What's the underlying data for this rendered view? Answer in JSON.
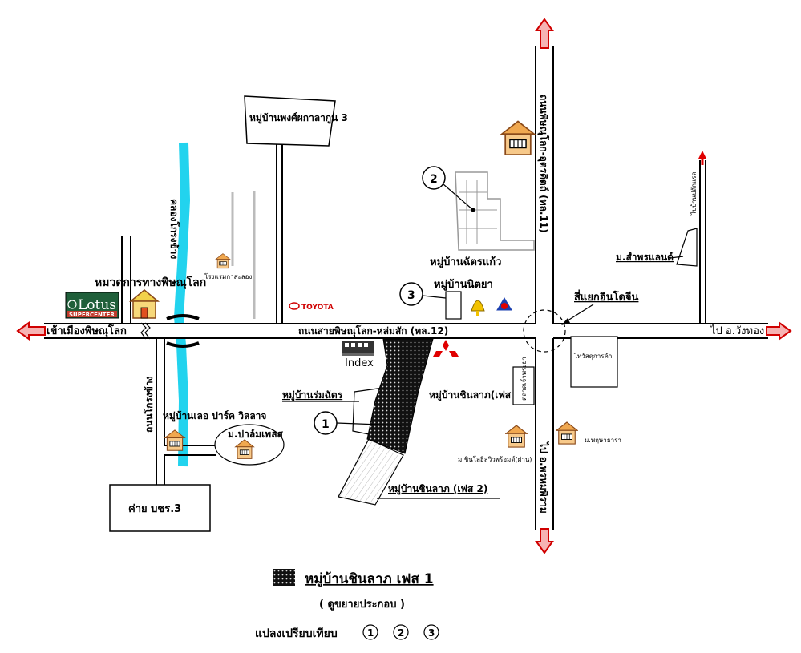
{
  "colors": {
    "canal": "#22d3ee",
    "arrow_stroke": "#d00000",
    "arrow_fill": "#f6b3b3",
    "house_roof": "#f0a850",
    "house_body": "#f7c98a",
    "lotus_green": "#1f5f3a",
    "toyota_red": "#d00000",
    "mitsubishi_red": "#e00000"
  },
  "map": {
    "sign_village": "หมู่บ้านพงศ์ผกาลากูน 3",
    "chatkaew": "หมู่บ้านฉัตรแก้ว",
    "nittaya": "หมู่บ้านนิตยา",
    "highway_dept": "หมวดการทางพิษณุโลก",
    "hotel": "โรงแรมกาสะลอง",
    "toyota": "TOYOTA",
    "lotus": "Lotus",
    "lotus_sub": "SUPERCENTER",
    "to_city": "เข้าเมืองพิษณุโลก",
    "main_road": "ถนนสายพิษณุโลก-หล่มสัก (ทล.12)",
    "intersection": "สี่แยกอินโดจีน",
    "to_wangthong": "ไป อ.วังทอง",
    "to_village_north": "ไปบ้านปลักแรด",
    "samphon_land": "ม.สำพรแลนด์",
    "index": "Index",
    "thai_watsadu": "ไทวัสดุการค้า",
    "small_box": "ตลาดเจ้าพระยา",
    "side_road": "ถนนโกรงข้าง",
    "canal": "คลองโกรงข้าง",
    "romchat": "หมู่บ้านร่มฉัตร",
    "chinlap1": "หมู่บ้านชินลาภ(เฟส 1)",
    "le_park": "หมู่บ้านเลอ ปาร์ค วิลลาจ",
    "palm_place": "ม.ปาล์มเพลส",
    "camp": "ค่าย บชร.3",
    "chinlap2": "หมู่บ้านชินลาภ (เฟส 2)",
    "chinlo_hill": "ม.ชินโลฮิลวิวพร้อมด์(ผ่าน)",
    "pruksa": "ม.พฤษาธารา",
    "highway11_north": "ถนนพิษณุโลก-อุตรดิตถ์ (ทล.11)",
    "highway11_south": "ไป อ.พรหมพิราม",
    "markers": [
      "1",
      "2",
      "3"
    ]
  },
  "legend": {
    "label": "หมู่บ้านชินลาภ เฟส 1",
    "note": "( ดูขยายประกอบ )",
    "compare_label": "แปลงเปรียบเทียบ",
    "compare_markers": [
      "1",
      "2",
      "3"
    ]
  }
}
